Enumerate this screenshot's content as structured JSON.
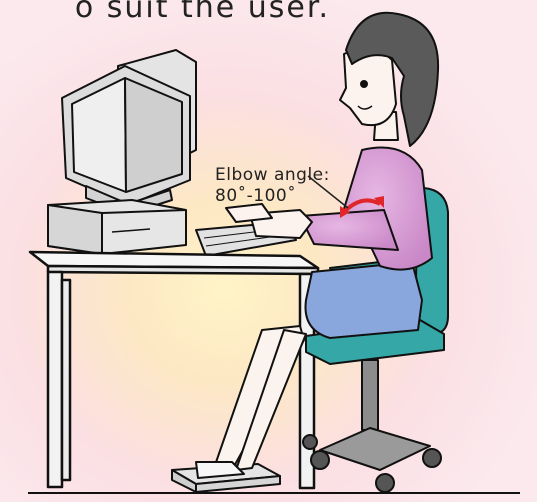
{
  "caption": {
    "text": "o suit the user."
  },
  "elbow_angle": {
    "label": "Elbow angle:",
    "range": "80˚-100˚"
  },
  "colors": {
    "background": "#fbe9ee",
    "glow": "#fff4c8",
    "shirt": "#d59ad1",
    "skirt": "#8aa7dd",
    "chair": "#35a7a7",
    "hair": "#5a5a5a",
    "arrow": "#e0262b",
    "equipment": "#e3e3e3"
  },
  "icons": [
    "computer-monitor",
    "computer-case",
    "keyboard",
    "desk",
    "office-chair",
    "seated-woman",
    "footrest",
    "elbow-angle-arrow"
  ]
}
